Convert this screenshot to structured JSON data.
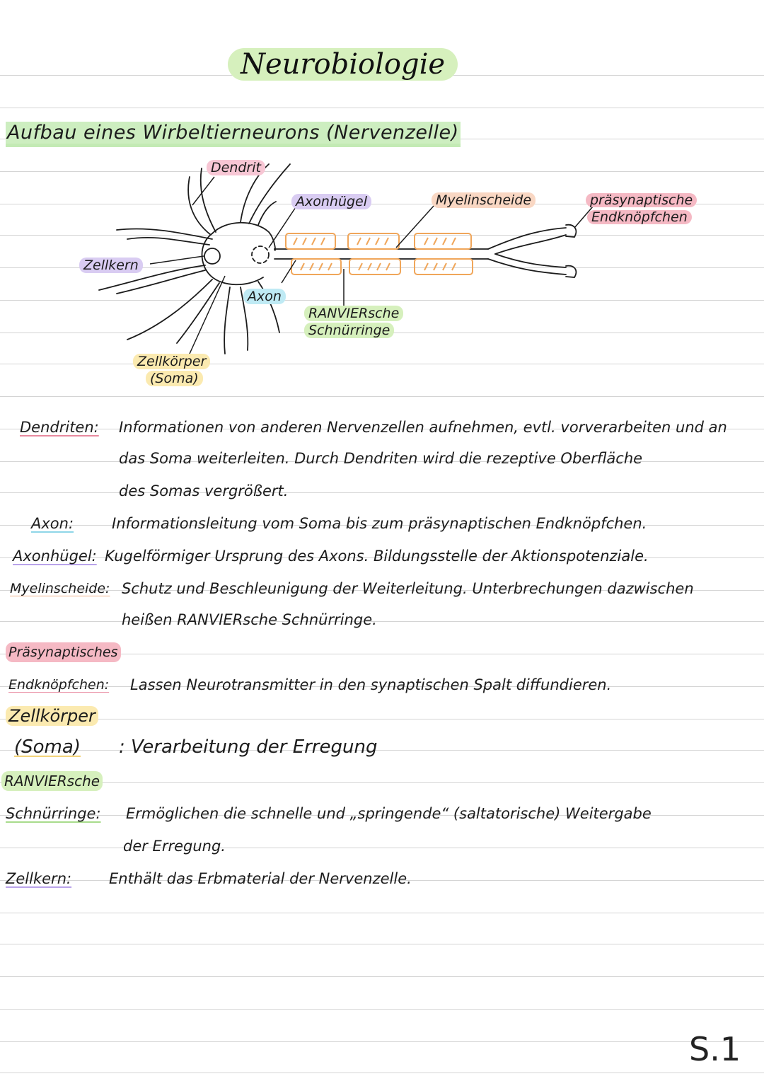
{
  "title": "Neurobiologie",
  "subtitle": "Aufbau eines Wirbeltierneurons (Nervenzelle)",
  "diagram_labels": {
    "dendrit": "Dendrit",
    "axonhuegel": "Axonhügel",
    "myelinscheide": "Myelinscheide",
    "endknoepfchen_1": "präsynaptische",
    "endknoepfchen_2": "Endknöpfchen",
    "zellkern": "Zellkern",
    "axon": "Axon",
    "ranvier_1": "RANVIERsche",
    "ranvier_2": "Schnürringe",
    "zellkoerper_1": "Zellkörper",
    "zellkoerper_2": "(Soma)"
  },
  "definitions": {
    "dendriten": {
      "term": "Dendriten:",
      "lines": [
        "Informationen von anderen Nervenzellen aufnehmen, evtl. vorverarbeiten und an",
        "das Soma weiterleiten. Durch Dendriten wird die rezeptive Oberfläche",
        "des Somas vergrößert."
      ]
    },
    "axon": {
      "term": "Axon:",
      "lines": [
        "Informationsleitung vom Soma bis zum präsynaptischen Endknöpfchen."
      ]
    },
    "axonhuegel": {
      "term": "Axonhügel:",
      "lines": [
        "Kugelförmiger Ursprung des Axons. Bildungsstelle der Aktionspotenziale."
      ]
    },
    "myelinscheide": {
      "term": "Myelinscheide:",
      "lines": [
        "Schutz und Beschleunigung der Weiterleitung. Unterbrechungen dazwischen",
        "heißen RANVIERsche Schnürringe."
      ]
    },
    "endknoepfchen": {
      "term_1": "Präsynaptisches",
      "term_2": "Endknöpfchen:",
      "lines": [
        "Lassen Neurotransmitter in den synaptischen Spalt diffundieren."
      ]
    },
    "zellkoerper": {
      "term_1": "Zellkörper",
      "term_2": "(Soma)",
      "lines": [
        ": Verarbeitung der Erregung"
      ]
    },
    "ranvier": {
      "term_1": "RANVIERsche",
      "term_2": "Schnürringe:",
      "lines": [
        "Ermöglichen die schnelle und „springende“ (saltatorische) Weitergabe",
        "der Erregung."
      ]
    },
    "zellkern": {
      "term": "Zellkern:",
      "lines": [
        "Enthält das Erbmaterial der Nervenzelle."
      ]
    }
  },
  "page_number": "S.1",
  "colors": {
    "green": "#d6f0bd",
    "pink": "#f7c6d4",
    "purple": "#d9ccf2",
    "orange_label": "#f9d7c3",
    "myelin": "#f0a65a",
    "cyan": "#bfeaf4",
    "yellow": "#fbeab0",
    "rose": "#f5b9c4",
    "rule": "#d4d4d4"
  }
}
